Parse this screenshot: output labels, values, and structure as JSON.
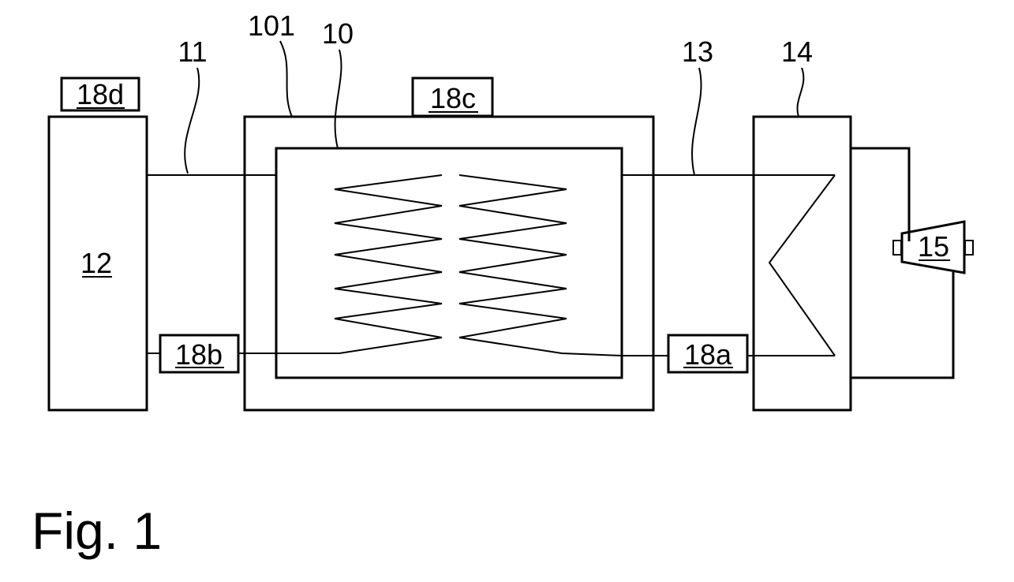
{
  "figure": {
    "caption": "Fig. 1"
  },
  "reference_numerals": {
    "r11": "11",
    "r101": "101",
    "r10": "10",
    "r13": "13",
    "r14": "14"
  },
  "boxes": {
    "b12": "12",
    "b18a": "18a",
    "b18b": "18b",
    "b18c": "18c",
    "b18d": "18d",
    "b15": "15"
  }
}
